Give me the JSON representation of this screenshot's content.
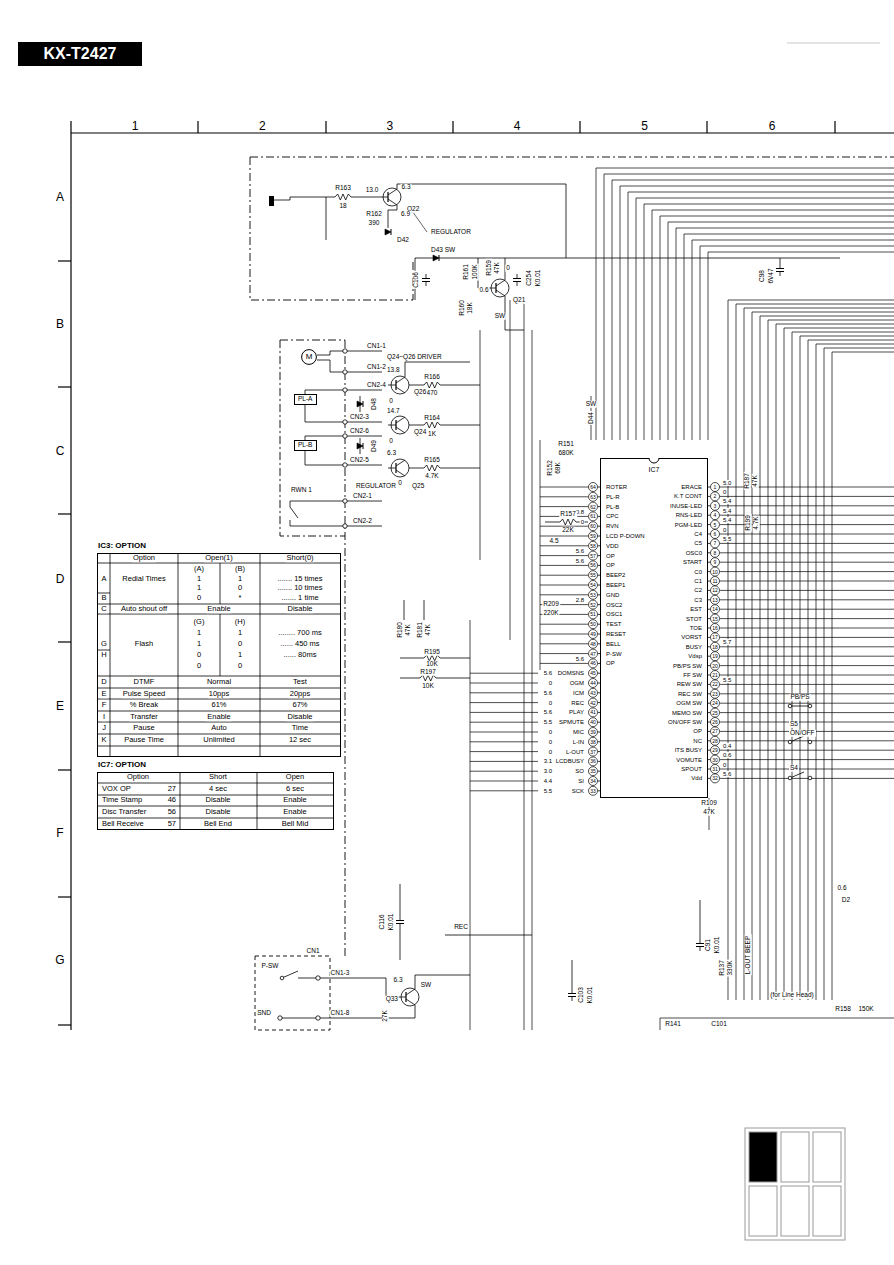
{
  "diagram": {
    "nodes": [
      {
        "text": [
          "KX-T2427"
        ]
      },
      {
        "text": [
          "M"
        ]
      },
      {
        "text": [
          "PL-A"
        ]
      },
      {
        "text": [
          "PL-B"
        ]
      },
      {
        "text": [
          "IC7"
        ]
      },
      {
        "text": [
          "IC3: OPTION"
        ]
      },
      {
        "text": [
          "IC7: OPTION"
        ]
      }
    ],
    "labels": [
      "1",
      "2",
      "3",
      "4",
      "5",
      "6",
      "A",
      "B",
      "C",
      "D",
      "E",
      "F",
      "G",
      "64",
      "63",
      "62",
      "61",
      "60",
      "59",
      "58",
      "57",
      "56",
      "55",
      "54",
      "53",
      "52",
      "51",
      "50",
      "49",
      "48",
      "47",
      "46",
      "45",
      "44",
      "43",
      "42",
      "41",
      "40",
      "39",
      "38",
      "37",
      "36",
      "35",
      "34",
      "33",
      "ROTER",
      "PL-R",
      "PL-B",
      "CPC",
      "RVN",
      "LCD P-DOWN",
      "VDD",
      "OP",
      "OP",
      "BEEP2",
      "BEEP1",
      "GND",
      "OSC2",
      "OSC1",
      "TEST",
      "RESET",
      "BELL",
      "P-SW",
      "OP",
      "DOMSNS",
      "OGM",
      "ICM",
      "REC",
      "PLAY",
      "SPMUTE",
      "MIC",
      "L-IN",
      "L-OUT",
      "LCDBUSY",
      "SO",
      "SI",
      "SCK",
      "1",
      "2",
      "3",
      "4",
      "5",
      "6",
      "7",
      "8",
      "9",
      "10",
      "11",
      "12",
      "13",
      "14",
      "15",
      "16",
      "17",
      "18",
      "19",
      "20",
      "21",
      "22",
      "23",
      "24",
      "25",
      "26",
      "27",
      "28",
      "29",
      "30",
      "31",
      "32",
      "ERACE",
      "K.T CONT",
      "INUSE-LED",
      "RNS-LED",
      "PGM-LED",
      "C4",
      "C5",
      "OSC0",
      "START",
      "C0",
      "C1",
      "C2",
      "C3",
      "EST",
      "STOT",
      "TOE",
      "VORST",
      "BUSY",
      "Vdsp",
      "PB/PS SW",
      "FF SW",
      "REW SW",
      "REC SW",
      "OGM SW",
      "MEMO SW",
      "ON/OFF SW",
      "OP",
      "NC",
      "ITS BUSY",
      "VOMUTE",
      "SPOUT",
      "Vdd",
      "5.0",
      "0",
      "5.4",
      "5.4",
      "5.4",
      "0",
      "5.5",
      "5.7",
      "5.5",
      "0.4",
      "0.6",
      "0",
      "5.6",
      "0.8",
      "0",
      "5.6",
      "5.6",
      "2.8",
      "5.6",
      "5.6",
      "0",
      "5.6",
      "0",
      "5.6",
      "5.5",
      "0",
      "0",
      "0",
      "3.1",
      "3.0",
      "4.4",
      "5.5",
      "R163",
      "18",
      "13.0",
      "6.3",
      "Q22",
      "R162",
      "390",
      "6.9",
      "D42",
      "REGULATOR",
      "D43 SW",
      "C106",
      "R161",
      "100K",
      "R159",
      "47K",
      "0",
      "0.6",
      "Q21",
      "SW",
      "C254",
      "K0.01",
      "R160",
      "18K",
      "C98",
      "6V47",
      "CN1-1",
      "CN1-2",
      "CN2-4",
      "CN2-3",
      "CN2-6",
      "CN2-5",
      "CN2-1",
      "CN2-2",
      "RWN 1",
      "Q24~Q26 DRIVER",
      "13.8",
      "R166",
      "470",
      "0",
      "Q26",
      "D48",
      "14.7",
      "R164",
      "1K",
      "0",
      "Q24",
      "D49",
      "6.3",
      "R165",
      "4.7K",
      "Q25",
      "0",
      "REGULATOR",
      "SW",
      "D44",
      "R151",
      "680K",
      "R152",
      "68K",
      "R157",
      "22K",
      "4.5",
      "R187",
      "47K",
      "R199",
      "4.7K",
      "R209",
      "220K",
      "R180",
      "47K",
      "R181",
      "47K",
      "R195",
      "10K",
      "R197",
      "10K",
      "PB/PS",
      "S5",
      "ON/OFF",
      "S4",
      "R109",
      "47K",
      "C116",
      "K0.01",
      "REC",
      "C103",
      "K0.01",
      "C91",
      "K0.01",
      "L-OUT BEEP",
      "R137",
      "330K",
      "(for Line Head)",
      "R158",
      "150K",
      "R141",
      "C101",
      "6.3",
      "SW",
      "Q33",
      "27K",
      "CN1",
      "P-SW",
      "CN1-3",
      "SND",
      "CN1-8",
      "0.6",
      "D2",
      "Option",
      "Open(1)",
      "Short(0)",
      "(A)",
      "(B)",
      "A",
      "Redial Times",
      "1",
      "1",
      "....... 15 times",
      "1",
      "0",
      "....... 10 times",
      "B",
      "0",
      "*",
      "....... 1 time",
      "C",
      "Auto shout off",
      "Enable",
      "Disable",
      "(G)",
      "(H)",
      "1",
      "1",
      "........ 700 ms",
      "G",
      "Flash",
      "1",
      "0",
      "...... 450 ms",
      "H",
      "0",
      "1",
      "...... 80ms",
      "0",
      "0",
      "D",
      "DTMF",
      "Normal",
      "Test",
      "E",
      "Pulse Speed",
      "10pps",
      "20pps",
      "F",
      "% Break",
      "61%",
      "67%",
      "I",
      "Transfer",
      "Enable",
      "Disable",
      "J",
      "Pause",
      "Auto",
      "Time",
      "K",
      "Pause Time",
      "Unlimited",
      "12 sec",
      "Option",
      "Short",
      "Open",
      "VOX OP",
      "27",
      "4 sec",
      "6 sec",
      "Time Stamp",
      "46",
      "Disable",
      "Enable",
      "Disc Transfer",
      "56",
      "Disable",
      "Enable",
      "Bell Receive",
      "57",
      "Bell End",
      "Bell Mid"
    ]
  }
}
